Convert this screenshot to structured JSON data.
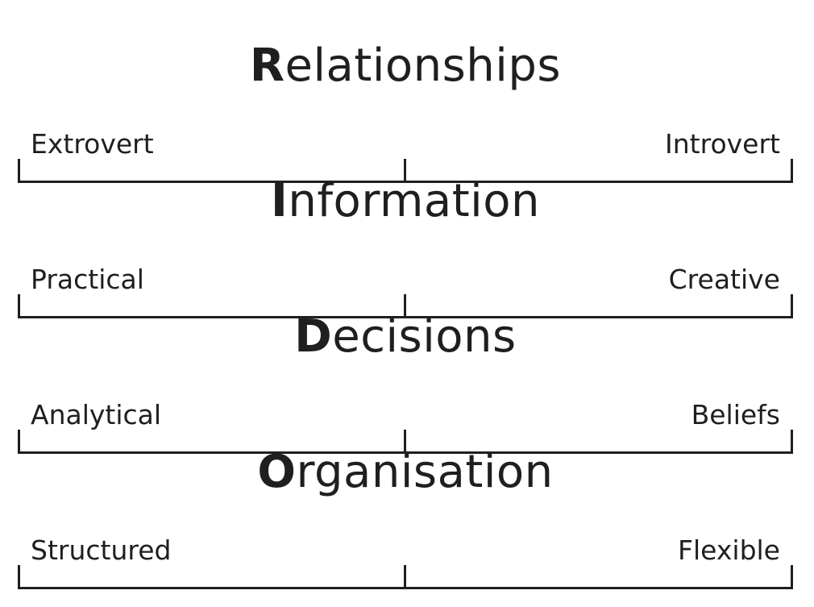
{
  "dimensions": [
    {
      "id": "relationships",
      "initial": "R",
      "rest": "elationships",
      "left_pole": "Extrovert",
      "right_pole": "Introvert"
    },
    {
      "id": "information",
      "initial": "I",
      "rest": "nformation",
      "left_pole": "Practical",
      "right_pole": "Creative"
    },
    {
      "id": "decisions",
      "initial": "D",
      "rest": "ecisions",
      "left_pole": "Analytical",
      "right_pole": "Beliefs"
    },
    {
      "id": "organisation",
      "initial": "O",
      "rest": "rganisation",
      "left_pole": "Structured",
      "right_pole": "Flexible"
    }
  ],
  "colors": {
    "text": "#1f1f1f",
    "background": "#ffffff"
  }
}
